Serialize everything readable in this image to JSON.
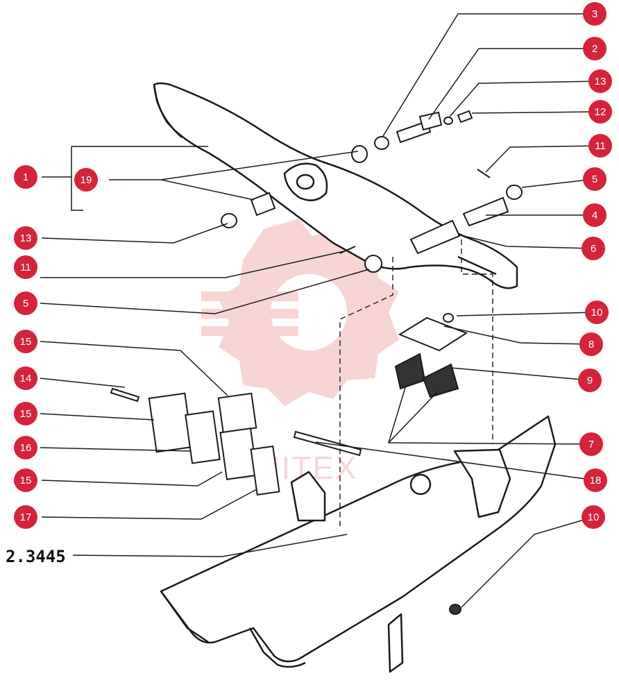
{
  "diagram": {
    "reference_code": "2.3445",
    "watermark_text": "UNITEX",
    "callout_color": "#d5233c",
    "line_color": "#1a1a1a",
    "watermark_color": "#f2b3b3"
  },
  "callouts": [
    {
      "key": "c3",
      "label": "3"
    },
    {
      "key": "c2",
      "label": "2"
    },
    {
      "key": "c13a",
      "label": "13"
    },
    {
      "key": "c12",
      "label": "12"
    },
    {
      "key": "c11a",
      "label": "11"
    },
    {
      "key": "c1",
      "label": "1"
    },
    {
      "key": "c19",
      "label": "19"
    },
    {
      "key": "c5a",
      "label": "5"
    },
    {
      "key": "c4",
      "label": "4"
    },
    {
      "key": "c13b",
      "label": "13"
    },
    {
      "key": "c6",
      "label": "6"
    },
    {
      "key": "c11b",
      "label": "11"
    },
    {
      "key": "c5b",
      "label": "5"
    },
    {
      "key": "c10a",
      "label": "10"
    },
    {
      "key": "c15a",
      "label": "15"
    },
    {
      "key": "c8",
      "label": "8"
    },
    {
      "key": "c14",
      "label": "14"
    },
    {
      "key": "c9",
      "label": "9"
    },
    {
      "key": "c15b",
      "label": "15"
    },
    {
      "key": "c7",
      "label": "7"
    },
    {
      "key": "c16",
      "label": "16"
    },
    {
      "key": "c18",
      "label": "18"
    },
    {
      "key": "c15c",
      "label": "15"
    },
    {
      "key": "c17",
      "label": "17"
    },
    {
      "key": "c10b",
      "label": "10"
    }
  ]
}
